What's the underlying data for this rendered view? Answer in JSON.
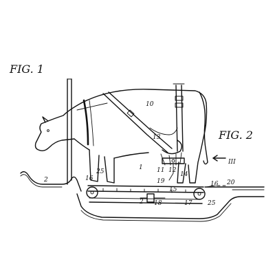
{
  "figures": {
    "fig1": "FIG. 1",
    "fig2": "FIG. 2"
  },
  "labels": [
    {
      "id": "ref-10",
      "text": "10"
    },
    {
      "id": "ref-13",
      "text": "13"
    },
    {
      "id": "ref-1",
      "text": "1"
    },
    {
      "id": "ref-2-left",
      "text": "2"
    },
    {
      "id": "ref-2-bottom",
      "text": "2"
    },
    {
      "id": "ref-25-left",
      "text": "25"
    },
    {
      "id": "ref-16-left",
      "text": "16"
    },
    {
      "id": "ref-19",
      "text": "19"
    },
    {
      "id": "ref-18",
      "text": "18"
    },
    {
      "id": "ref-11",
      "text": "11"
    },
    {
      "id": "ref-12",
      "text": "12"
    },
    {
      "id": "ref-14",
      "text": "14"
    },
    {
      "id": "ref-15",
      "text": "15"
    },
    {
      "id": "ref-17",
      "text": "17"
    },
    {
      "id": "ref-16-right",
      "text": "16"
    },
    {
      "id": "ref-25-right",
      "text": "25"
    },
    {
      "id": "ref-20",
      "text": "20"
    },
    {
      "id": "ref-III",
      "text": "III"
    }
  ]
}
